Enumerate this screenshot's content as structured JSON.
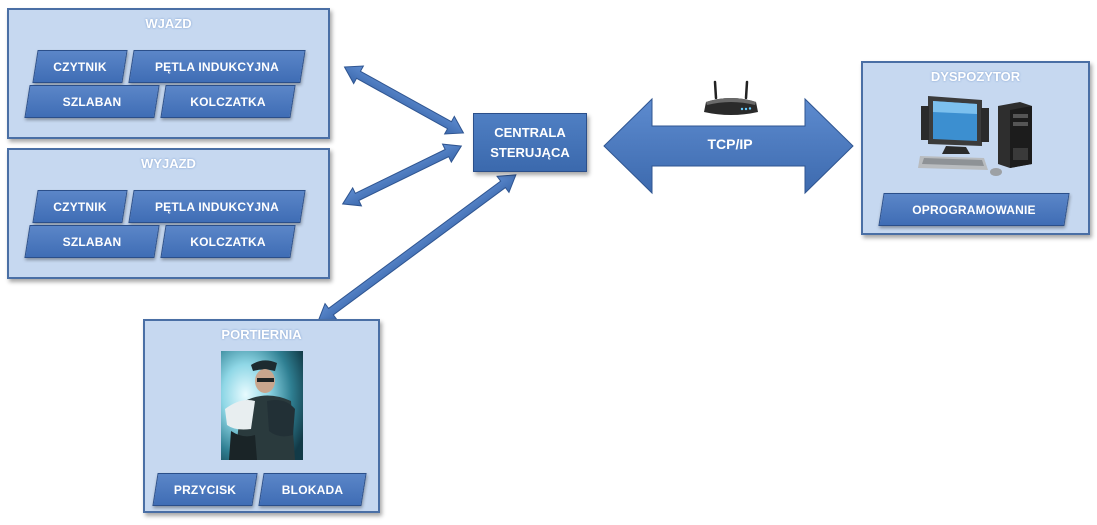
{
  "entry": {
    "title": "WJAZD",
    "items": [
      "CZYTNIK",
      "PĘTLA INDUKCYJNA",
      "SZLABAN",
      "KOLCZATKA"
    ]
  },
  "exit": {
    "title": "WYJAZD",
    "items": [
      "CZYTNIK",
      "PĘTLA INDUKCYJNA",
      "SZLABAN",
      "KOLCZATKA"
    ]
  },
  "gatehouse": {
    "title": "PORTIERNIA",
    "items": [
      "PRZYCISK",
      "BLOKADA"
    ]
  },
  "controller": {
    "line1": "CENTRALA",
    "line2": "STERUJĄCA"
  },
  "link": {
    "label": "TCP/IP"
  },
  "dispatcher": {
    "title": "DYSPOZYTOR",
    "items": [
      "OPROGRAMOWANIE"
    ]
  },
  "icons": {
    "router": "router-icon",
    "computer": "desktop-computer-icon",
    "guard": "security-guard-photo"
  },
  "colors": {
    "panel_fill": "#c6d8f0",
    "panel_border": "#4a6fa5",
    "chip_fill": "#4a78be",
    "arrow_fill": "#4f7fc3"
  }
}
